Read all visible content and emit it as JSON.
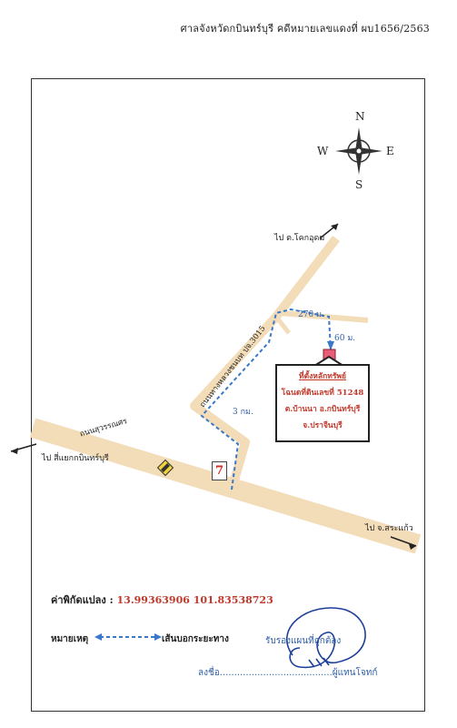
{
  "header": {
    "court_case": "ศาลจังหวัดกบินทร์บุรี คดีหมายเลขแดงที่ ผบ1656/2563"
  },
  "compass": {
    "n": "N",
    "s": "S",
    "e": "E",
    "w": "W"
  },
  "roads": {
    "main_road": "ถนนสุวรรณศร",
    "rural_road": "ถนนทางหลวงชนบท ปจ.3015"
  },
  "directions": {
    "to_khok_udom": "ไป ต.โคกอุดม",
    "to_kabinburi_junction": "ไป สี่แยกกบินทร์บุรี",
    "to_sa_kaeo": "ไป จ.สระแก้ว"
  },
  "distances": {
    "d1": "270 ม.",
    "d2": "60 ม.",
    "d3": "3 กม."
  },
  "property": {
    "title": "ที่ตั้งหลักทรัพย์",
    "deed": "โฉนดที่ดินเลขที่ 51248",
    "district": "ต.บ้านนา อ.กบินทร์บุรี",
    "province": "จ.ปราจีนบุรี"
  },
  "coordinates": {
    "label": "ค่าพิกัดแปลง :",
    "value": "13.99363906 101.83538723"
  },
  "legend": {
    "label": "หมายเหตุ",
    "route_desc": "เส้นบอกระยะทาง"
  },
  "signature": {
    "certify": "รับรองแผนที่ถูกต้อง",
    "sign_line": "ลงชื่อ.......................................ผู้แทนโจทก์"
  },
  "landmarks": {
    "seven_eleven": "7"
  },
  "colors": {
    "road": "#f3dcb8",
    "route": "#3a78c9",
    "accent_red": "#c0392b",
    "marker": "#e85d75"
  }
}
